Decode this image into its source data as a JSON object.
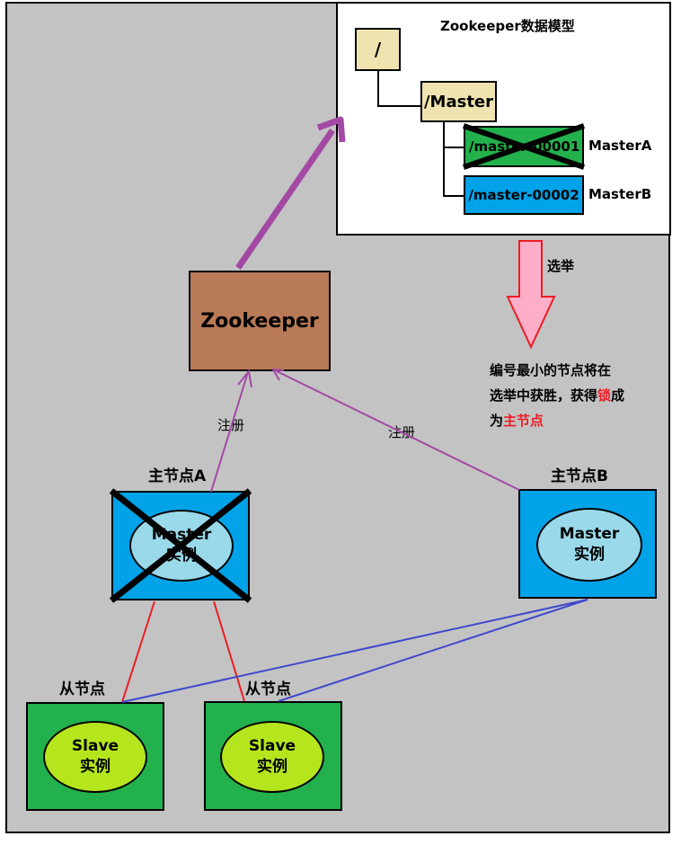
{
  "zk_model": {
    "title": "Zookeeper数据模型",
    "root": "/",
    "master_path": "/Master",
    "node_a": "/master-00001",
    "node_a_owner": "MasterA",
    "node_b": "/master-00002",
    "node_b_owner": "MasterB"
  },
  "zookeeper": {
    "label": "Zookeeper"
  },
  "election": {
    "arrow_label": "选举",
    "note_line1": "编号最小的节点将在",
    "note_line2_a": "选举中获胜，获得",
    "note_line2_lock": "锁",
    "note_line2_b": "成",
    "note_line3_a": "为",
    "note_line3_master": "主节点"
  },
  "register": {
    "left": "注册",
    "right": "注册"
  },
  "master_a": {
    "title": "主节点A",
    "line1": "Master",
    "line2": "实例"
  },
  "master_b": {
    "title": "主节点B",
    "line1": "Master",
    "line2": "实例"
  },
  "slave_1": {
    "title": "从节点",
    "line1": "Slave",
    "line2": "实例"
  },
  "slave_2": {
    "title": "从节点",
    "line1": "Slave",
    "line2": "实例"
  },
  "colors": {
    "background": "#c3c3c3",
    "zookeeper_box": "#b97a57",
    "zk_node_tan": "#efe4b0",
    "master_blue": "#00a2e8",
    "ellipse_blue": "#99d9ea",
    "slave_green": "#22b14c",
    "slave_ellipse": "#b5e61d",
    "register_purple": "#a349a4",
    "sync_red": "#ed1c24",
    "sync_blue": "#3f48cc",
    "election_pink": "#ffaec9"
  }
}
